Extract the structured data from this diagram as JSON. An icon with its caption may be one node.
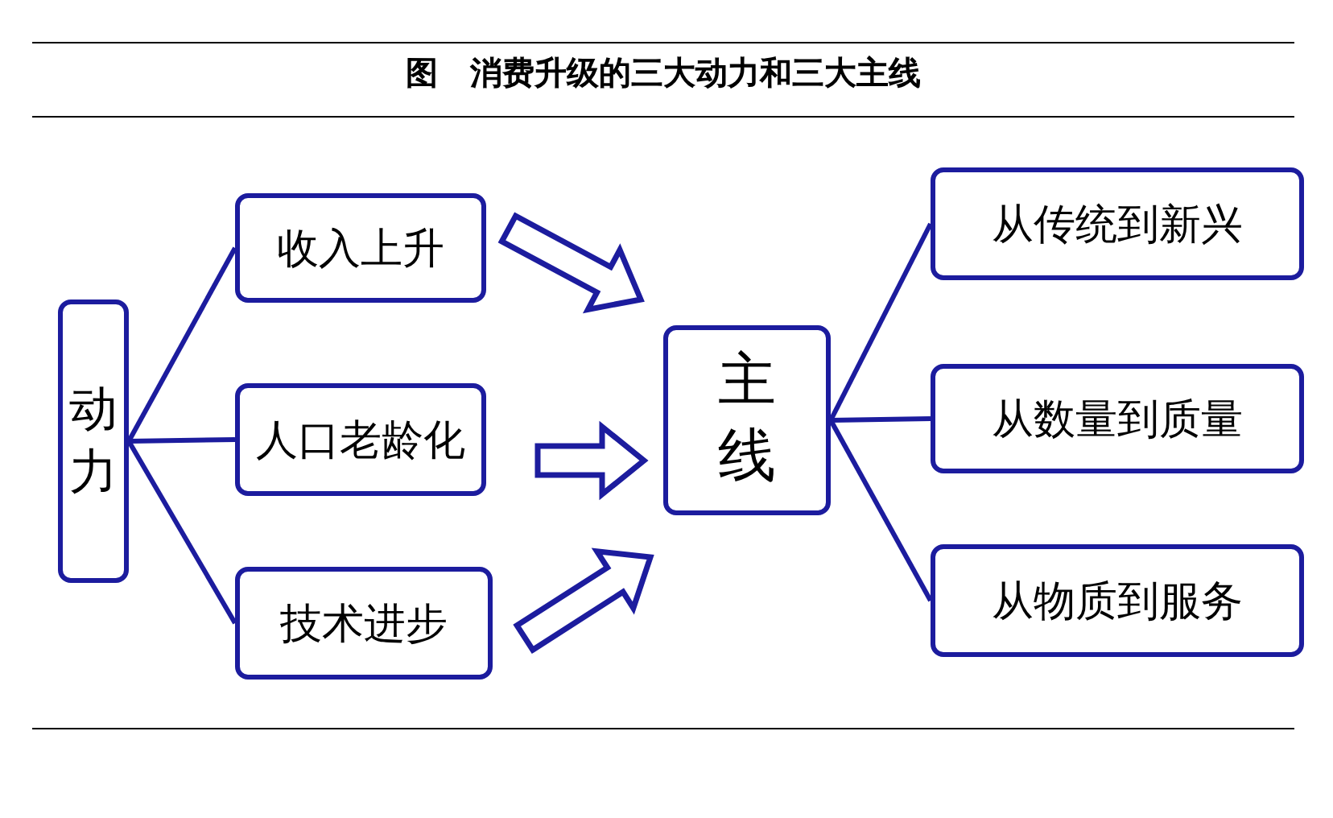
{
  "diagram": {
    "title": "图　消费升级的三大动力和三大主线",
    "nodes": [
      {
        "text": [
          "动力"
        ]
      },
      {
        "text": [
          "收入上升"
        ]
      },
      {
        "text": [
          "人口老龄化"
        ]
      },
      {
        "text": [
          "技术进步"
        ]
      },
      {
        "text": [
          "主线"
        ]
      },
      {
        "text": [
          "从传统到新兴"
        ]
      },
      {
        "text": [
          "从数量到质量"
        ]
      },
      {
        "text": [
          "从物质到服务"
        ]
      }
    ],
    "edges": [
      {
        "from": 0,
        "to": 1,
        "arrow": "none"
      },
      {
        "from": 0,
        "to": 2,
        "arrow": "none"
      },
      {
        "from": 0,
        "to": 3,
        "arrow": "none"
      },
      {
        "from": 1,
        "to": 4,
        "arrow": "to",
        "style": "thick"
      },
      {
        "from": 2,
        "to": 4,
        "arrow": "to",
        "style": "thick"
      },
      {
        "from": 3,
        "to": 4,
        "arrow": "to",
        "style": "thick"
      },
      {
        "from": 4,
        "to": 5,
        "arrow": "none"
      },
      {
        "from": 4,
        "to": 6,
        "arrow": "none"
      },
      {
        "from": 4,
        "to": 7,
        "arrow": "none"
      }
    ]
  }
}
